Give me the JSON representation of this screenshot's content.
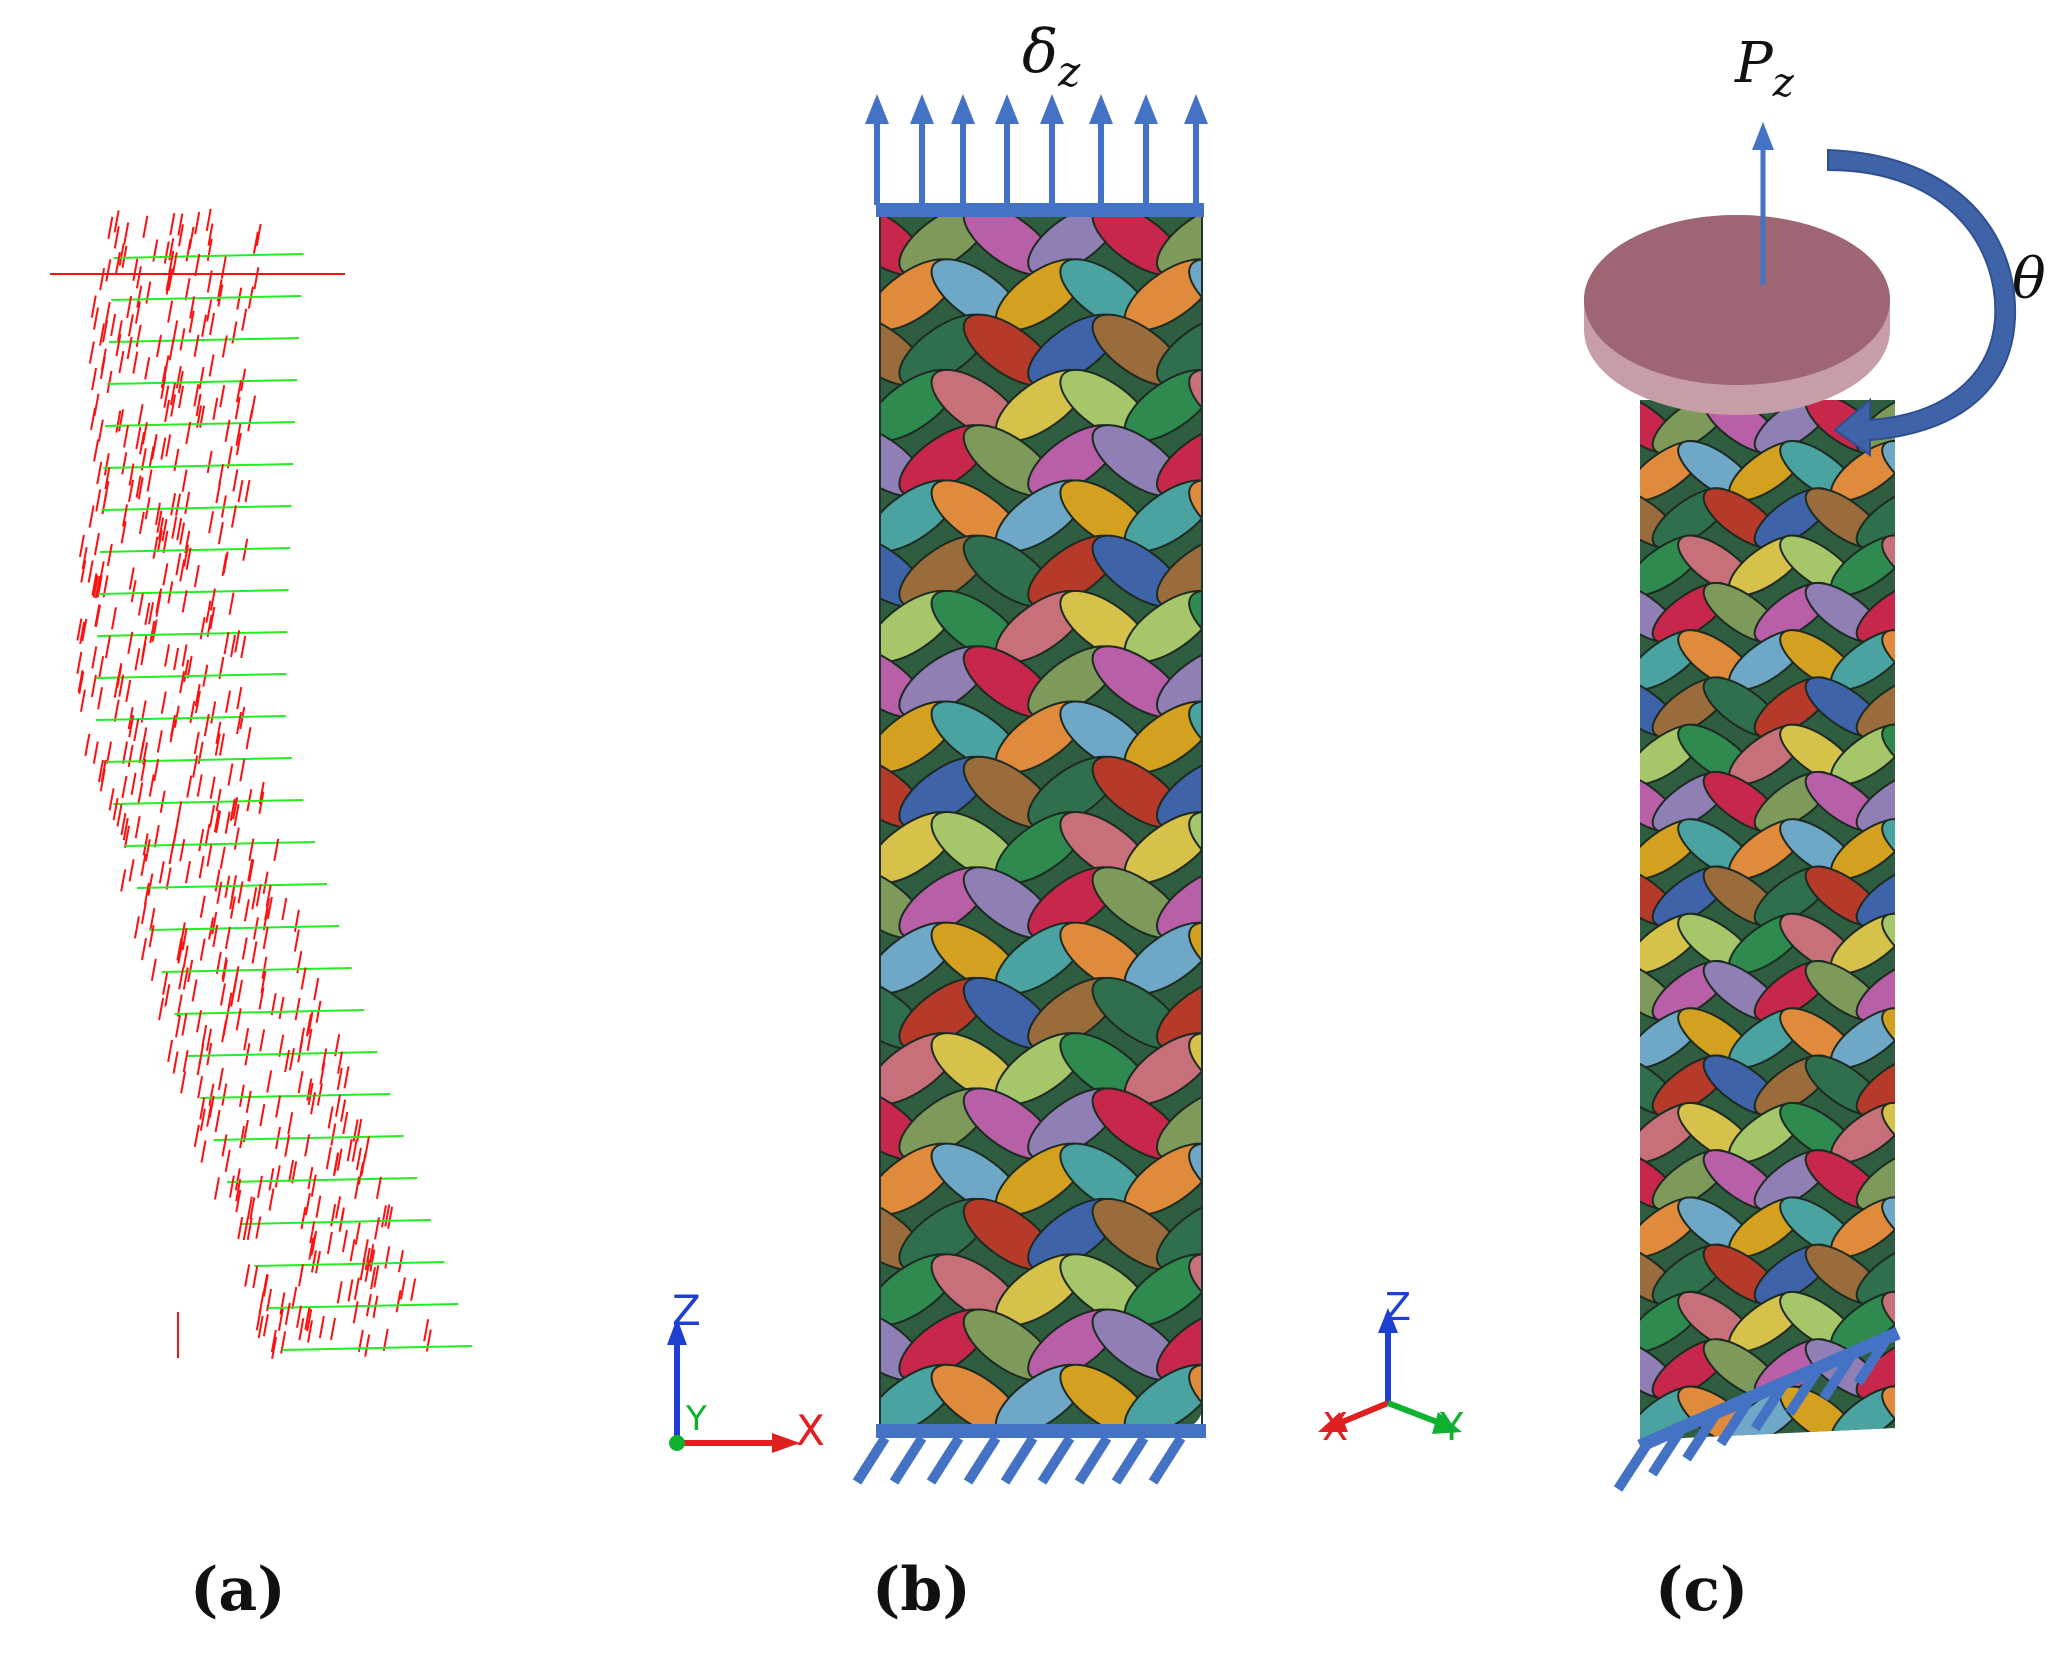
{
  "panels": [
    {
      "id": "a",
      "caption": "(a)"
    },
    {
      "id": "b",
      "caption": "(b)"
    },
    {
      "id": "c",
      "caption": "(c)"
    }
  ],
  "labels": {
    "displacement_sym": "δ",
    "displacement_sub": "z",
    "force_sym": "P",
    "force_sub": "z",
    "rotation": "θ"
  },
  "axes": {
    "z": "Z",
    "y": "Y",
    "x": "X"
  },
  "colors": {
    "arrow_blue": "#4472c4",
    "disk": "#9e6673",
    "disk_edge": "#c79ea7",
    "vector_red": "#ff1010",
    "vector_green": "#22ee22",
    "axis_blue": "#1f3fd0",
    "axis_red": "#e02020",
    "axis_green": "#10b030",
    "yarns": [
      "#c7274a",
      "#2e8a4f",
      "#3f63a8",
      "#d4a020",
      "#7e9a5a",
      "#c8707a",
      "#9a6c3c",
      "#4aa3a0",
      "#b85fa8",
      "#d6c24a",
      "#2f6f4e",
      "#e08a3c",
      "#8f7fb5",
      "#a5c76a",
      "#b53a2a",
      "#6fa7c7"
    ]
  }
}
